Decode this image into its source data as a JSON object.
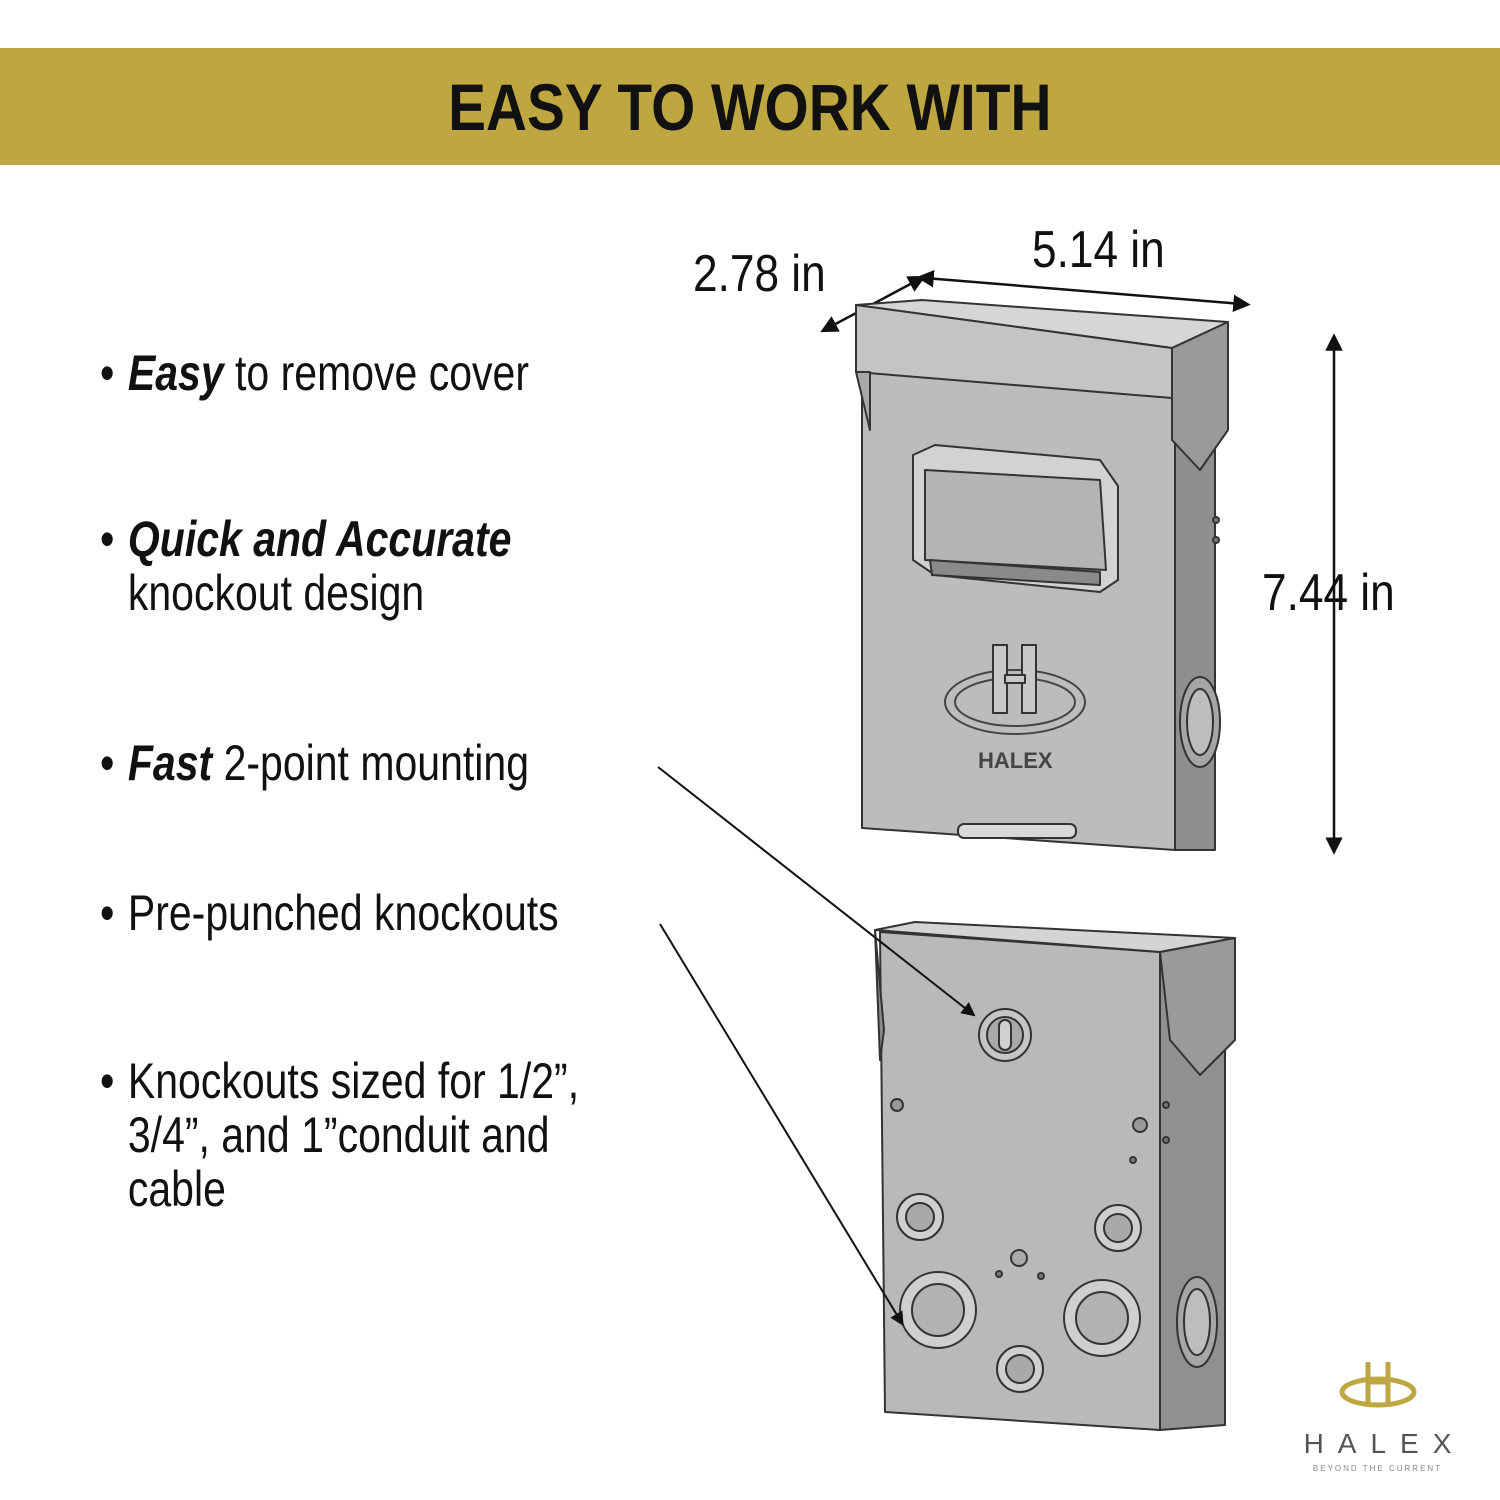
{
  "header": {
    "title": "EASY TO WORK WITH"
  },
  "features": [
    {
      "bullet": "•",
      "bold": "Easy",
      "text": " to remove cover",
      "cont": ""
    },
    {
      "bullet": "•",
      "bold": "Quick and Accurate",
      "text": "",
      "cont": "knockout design"
    },
    {
      "bullet": "•",
      "bold": "Fast",
      "text": " 2-point mounting",
      "cont": ""
    },
    {
      "bullet": "•",
      "bold": "",
      "text": "Pre-punched knockouts",
      "cont": ""
    },
    {
      "bullet": "•",
      "bold": "",
      "text": "Knockouts sized for 1/2”,",
      "cont": "3/4”, and 1”conduit and",
      "cont2": "cable"
    }
  ],
  "dimensions": {
    "depth": "2.78 in",
    "width": "5.14 in",
    "height": "7.44 in"
  },
  "product": {
    "front_label": "HALEX"
  },
  "brand": {
    "name": "HALEX",
    "tagline": "BEYOND THE CURRENT",
    "color": "#bea640"
  },
  "colors": {
    "banner": "#bea640",
    "box_face": "#bcbcbc",
    "box_outline": "#333333"
  }
}
